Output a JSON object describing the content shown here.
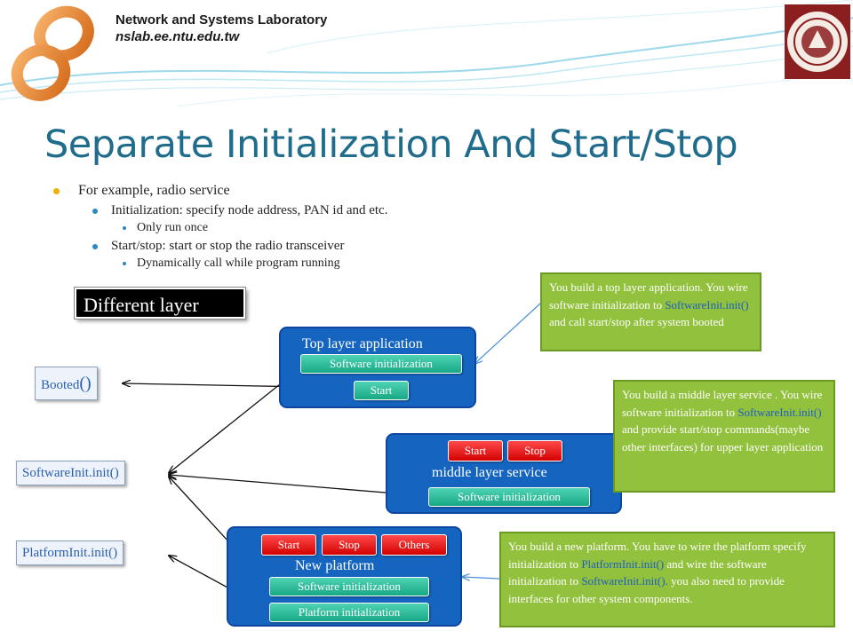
{
  "header": {
    "lab_name": "Network and Systems Laboratory",
    "lab_url": "nslab.ee.ntu.edu.tw"
  },
  "title": "Separate Initialization And Start/Stop",
  "bullets": {
    "l1": "For example, radio service",
    "l2a": "Initialization: specify node address, PAN id and etc.",
    "l3a": "Only run once",
    "l2b": "Start/stop: start or stop the radio transceiver",
    "l3b": "Dynamically call while program running"
  },
  "layer_label": "Different layer",
  "functions": {
    "booted_prefix": "Booted",
    "booted_parens": "()",
    "software_init": "SoftwareInit.init()",
    "platform_init": "PlatformInit.init()"
  },
  "top_panel": {
    "title": "Top layer application",
    "software_initialization": "Software initialization",
    "start": "Start"
  },
  "middle_panel": {
    "title": "middle layer service",
    "start": "Start",
    "stop": "Stop",
    "software_initialization": "Software initialization"
  },
  "platform_panel": {
    "title": "New platform",
    "start": "Start",
    "stop": "Stop",
    "others": "Others",
    "software_initialization": "Software initialization",
    "platform_initialization": "Platform initialization"
  },
  "notes": {
    "top_1": "You build a top layer application. You wire software initialization to ",
    "top_hl": "SoftwareInit.init()",
    "top_2": " and call start/stop after system booted",
    "middle_1": "You build a middle layer service . You wire software initialization to ",
    "middle_hl": "SoftwareInit.init()",
    "middle_2": " and provide start/stop commands(maybe other interfaces) for upper layer application",
    "platform_1": "You build a new platform. You have to wire the platform specify initialization to ",
    "platform_hl1": "PlatformInit.init()",
    "platform_2": " and wire the software initialization to ",
    "platform_hl2": "SoftwareInit.init().",
    "platform_3": " you also need to provide interfaces for other system components."
  },
  "colors": {
    "title": "#1f6c8c",
    "panel": "#1565c0",
    "note": "#92c13d",
    "link_text": "#1f5fbf",
    "pill_teal": "#17a884",
    "pill_red": "#d40000"
  }
}
